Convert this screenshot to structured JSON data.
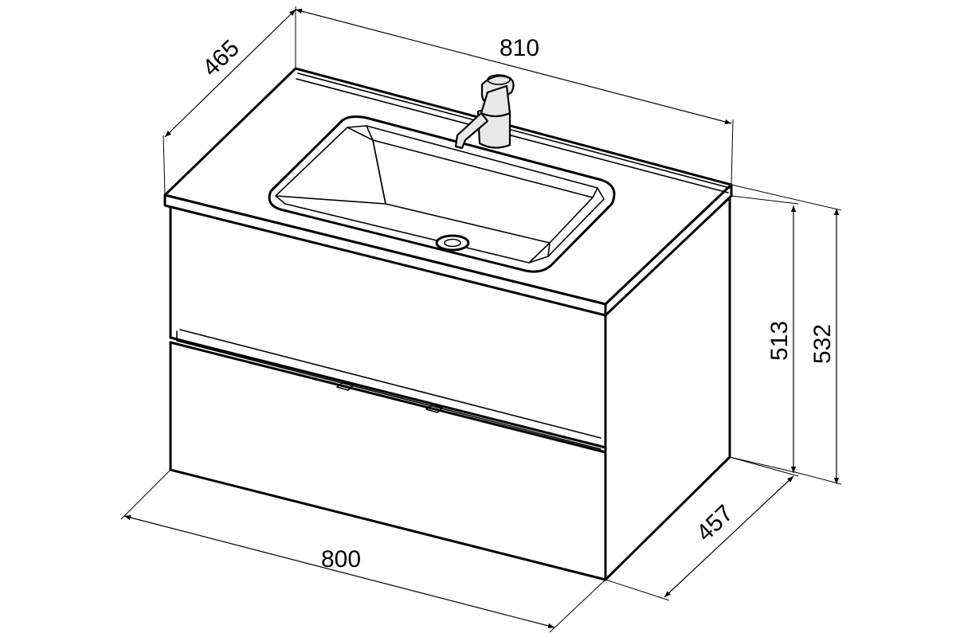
{
  "dimensions": {
    "top_depth": "465",
    "top_width": "810",
    "body_height": "513",
    "total_height": "532",
    "cabinet_depth": "457",
    "cabinet_width": "800"
  },
  "colors": {
    "line": "#000000",
    "background": "#ffffff"
  }
}
